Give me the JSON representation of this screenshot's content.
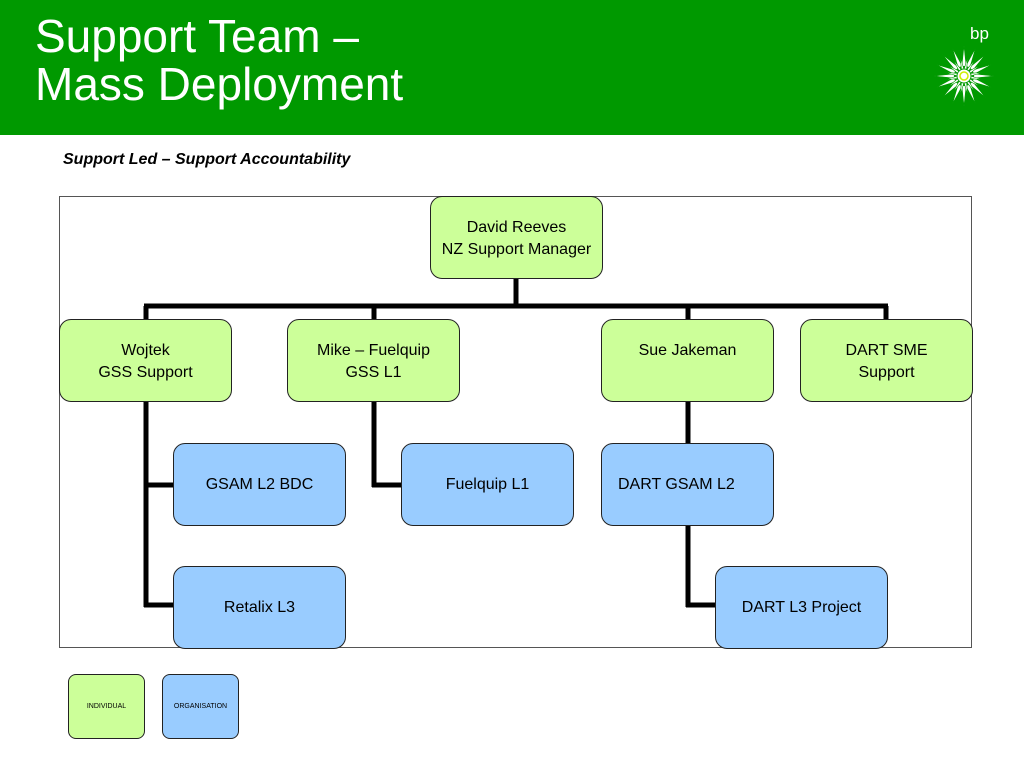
{
  "header": {
    "title_line1": "Support Team –",
    "title_line2": "Mass Deployment",
    "logo_text": "bp",
    "background_color": "#009900"
  },
  "subtitle": "Support Led – Support Accountability",
  "org_chart": {
    "root": {
      "name": "David Reeves",
      "role": "NZ Support Manager",
      "type": "individual"
    },
    "level1": [
      {
        "text": "Wojtek\nGSS Support",
        "type": "individual"
      },
      {
        "text": "Mike – Fuelquip\nGSS L1",
        "type": "individual"
      },
      {
        "text": "Sue Jakeman",
        "type": "individual"
      },
      {
        "text": "DART SME\nSupport",
        "type": "individual"
      }
    ],
    "level2": [
      {
        "text": "GSAM L2 BDC",
        "type": "organisation",
        "parent": "Wojtek"
      },
      {
        "text": "Retalix L3",
        "type": "organisation",
        "parent": "Wojtek"
      },
      {
        "text": "Fuelquip L1",
        "type": "organisation",
        "parent": "Mike – Fuelquip"
      },
      {
        "text": "DART GSAM L2",
        "type": "organisation",
        "parent": "Sue Jakeman"
      },
      {
        "text": "DART L3 Project",
        "type": "organisation",
        "parent": "DART GSAM L2"
      }
    ]
  },
  "legend": {
    "individual": "INDIVIDUAL",
    "organisation": "ORGANISATION"
  },
  "colors": {
    "individual": "#ccff99",
    "organisation": "#99ccff",
    "connector": "#000000"
  }
}
